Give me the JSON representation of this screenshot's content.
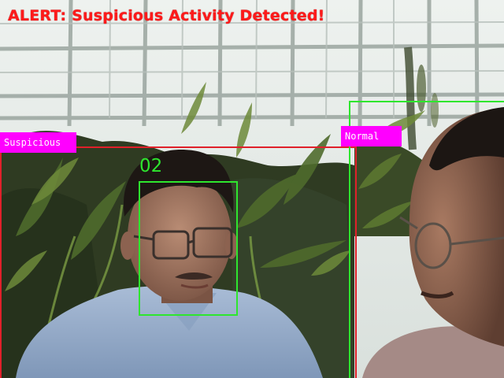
{
  "alert": {
    "text": "ALERT: Suspicious Activity Detected!",
    "color": "#ff1a1a"
  },
  "detections": {
    "suspicious": {
      "label": "Suspicious",
      "box_color": "#e0202a",
      "tag_color": "#ff00ff"
    },
    "normal": {
      "label": "Normal",
      "box_color": "#2ee62e",
      "tag_color": "#ff00ff"
    },
    "face": {
      "id": "02",
      "box_color": "#2ee62e"
    }
  }
}
